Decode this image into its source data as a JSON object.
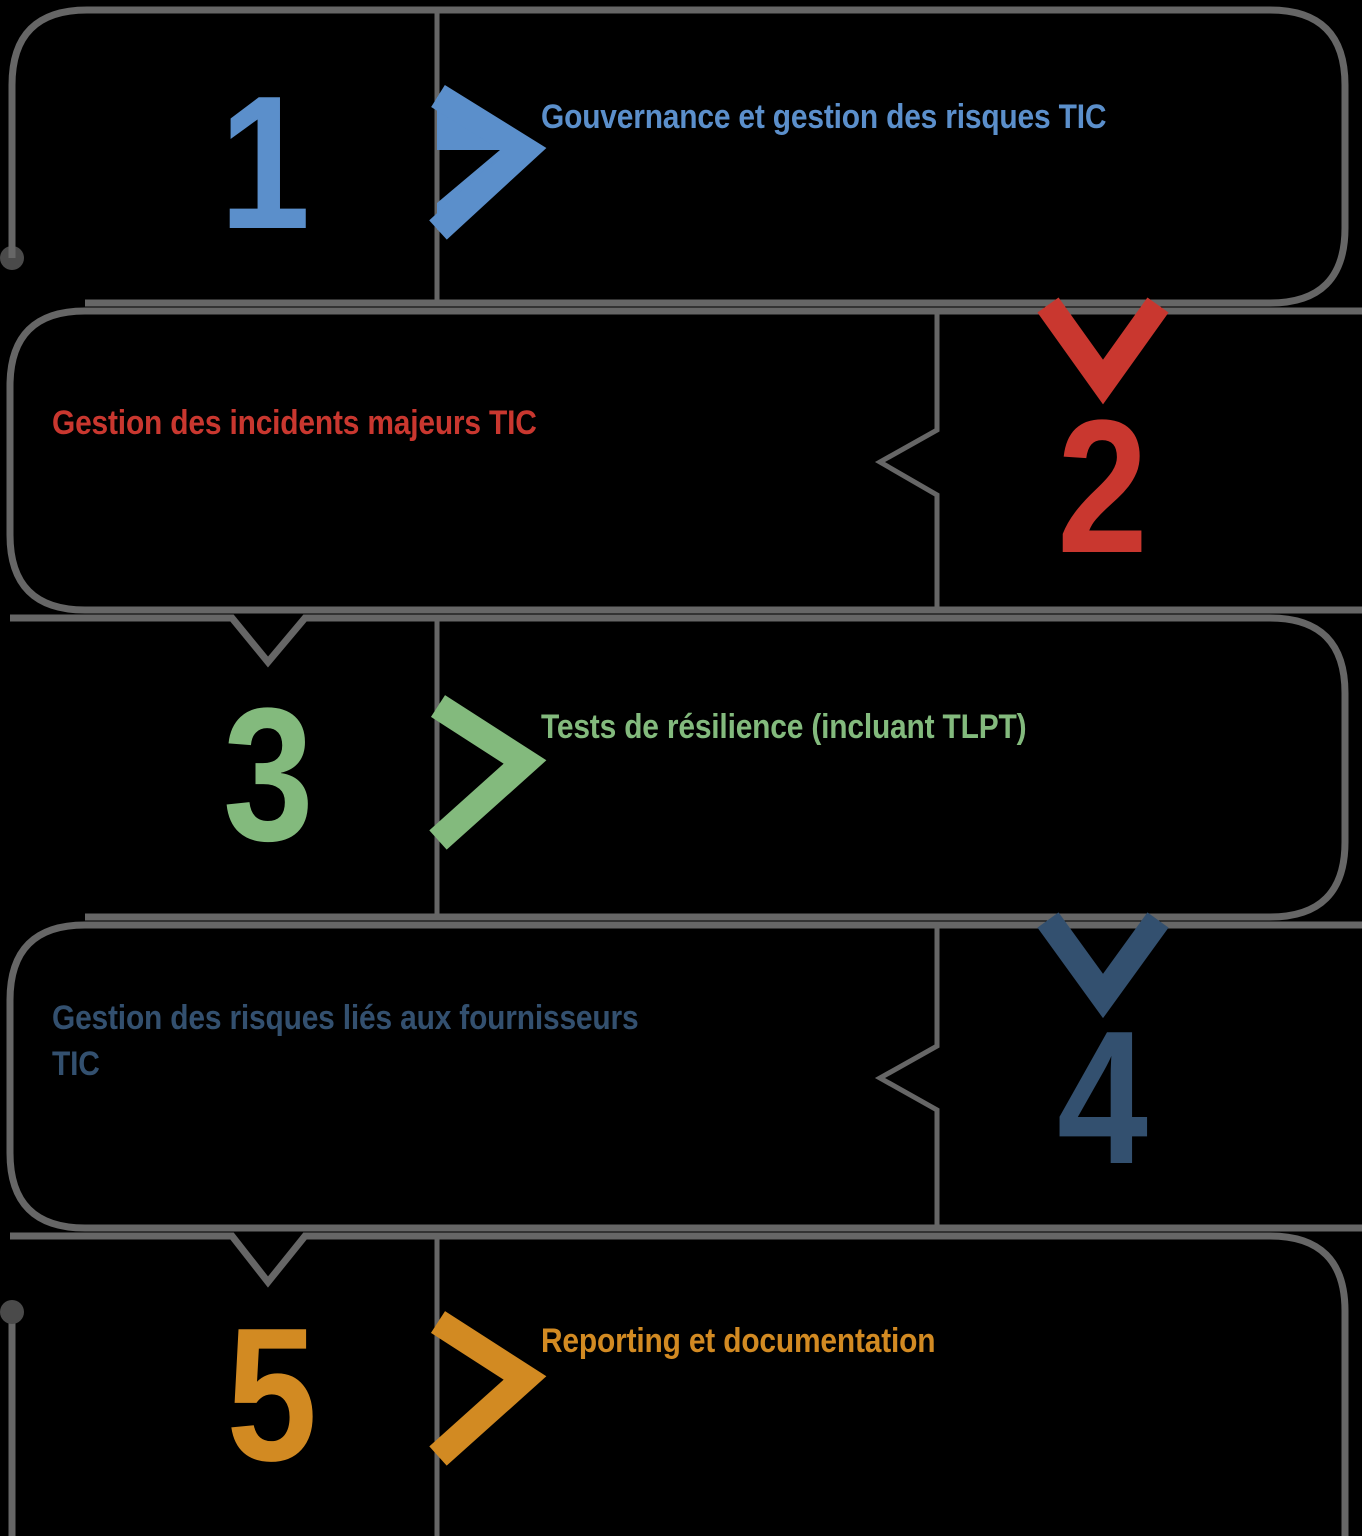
{
  "diagram": {
    "type": "numbered-process-flow",
    "title_visible": false,
    "orientation": "vertical-zigzag",
    "background_color": "#000000",
    "frame_color": "#666666",
    "steps": [
      {
        "number": "1",
        "label": "Gouvernance et gestion des risques TIC",
        "color": "#5B8FCB",
        "side": "left",
        "chevron": "chevron-right-icon",
        "connector": "start-dot"
      },
      {
        "number": "2",
        "label": "Gestion des incidents majeurs TIC",
        "color": "#C9372F",
        "side": "right",
        "chevron": "chevron-down-icon",
        "connector": "bracket-left"
      },
      {
        "number": "3",
        "label": "Tests de résilience (incluant TLPT)",
        "color": "#83BA7D",
        "side": "left",
        "chevron": "chevron-right-icon",
        "connector": "notch-down"
      },
      {
        "number": "4",
        "label": "Gestion des risques liés aux fournisseurs\nTIC",
        "color": "#33506F",
        "side": "right",
        "chevron": "chevron-down-icon",
        "connector": "bracket-left"
      },
      {
        "number": "5",
        "label": "Reporting et documentation",
        "color": "#D28A22",
        "side": "left",
        "chevron": "chevron-right-icon",
        "connector": "end-dot"
      }
    ]
  }
}
